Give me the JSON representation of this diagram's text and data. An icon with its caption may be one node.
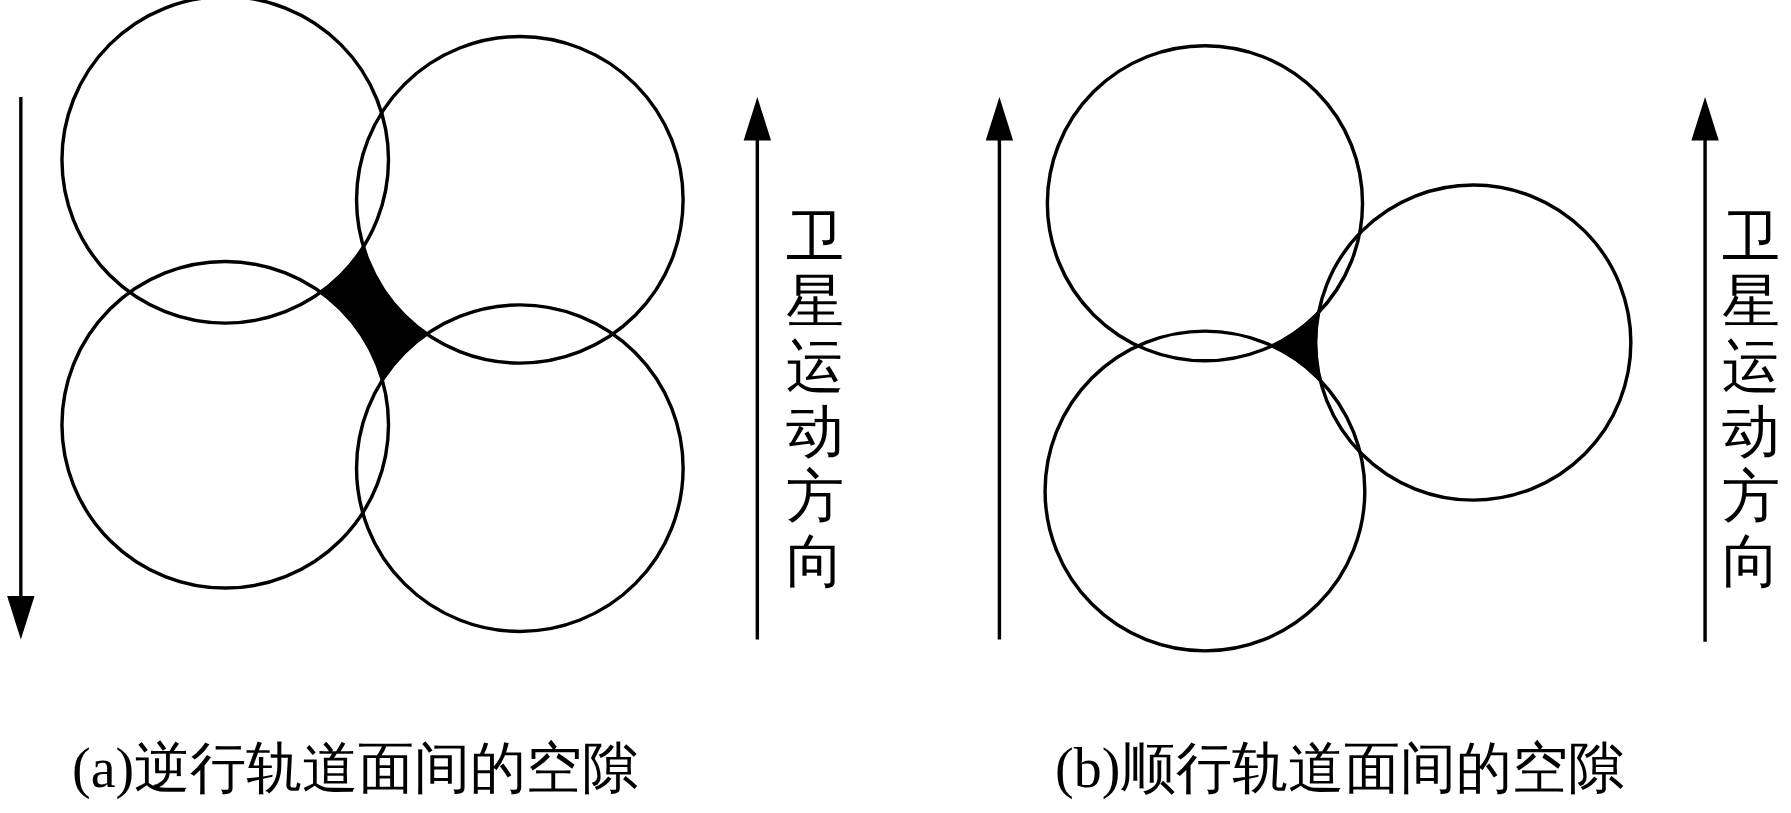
{
  "diagram": {
    "labels": [
      "卫星运动方向",
      "卫星运动方向",
      "(a)逆行轨道面间的空隙",
      "(b)顺行轨道面间的空隙"
    ]
  }
}
